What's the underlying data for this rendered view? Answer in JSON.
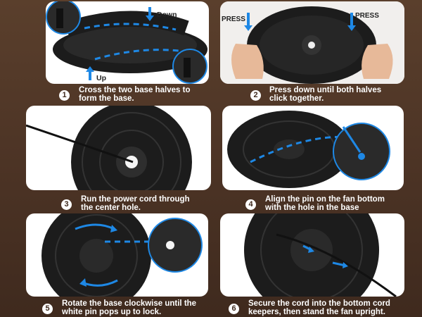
{
  "steps": [
    {
      "number": "1",
      "text": "Cross the two base halves to form the base."
    },
    {
      "number": "2",
      "text": "Press down until both halves click together."
    },
    {
      "number": "3",
      "text": "Run the power cord through the center hole."
    },
    {
      "number": "4",
      "text": "Align the pin on the fan bottom with the hole in the base"
    },
    {
      "number": "5",
      "text": "Rotate the base clockwise until the white pin pops up to lock."
    },
    {
      "number": "6",
      "text": "Secure the cord into the bottom cord keepers, then stand the fan upright."
    }
  ],
  "labels": {
    "down": "Down",
    "up": "Up",
    "press_left": "PRESS",
    "press_right": "PRESS"
  },
  "colors": {
    "accent_blue": "#1e88e5",
    "base_black": "#1c1c1c",
    "background_brown": "#4e3526"
  }
}
